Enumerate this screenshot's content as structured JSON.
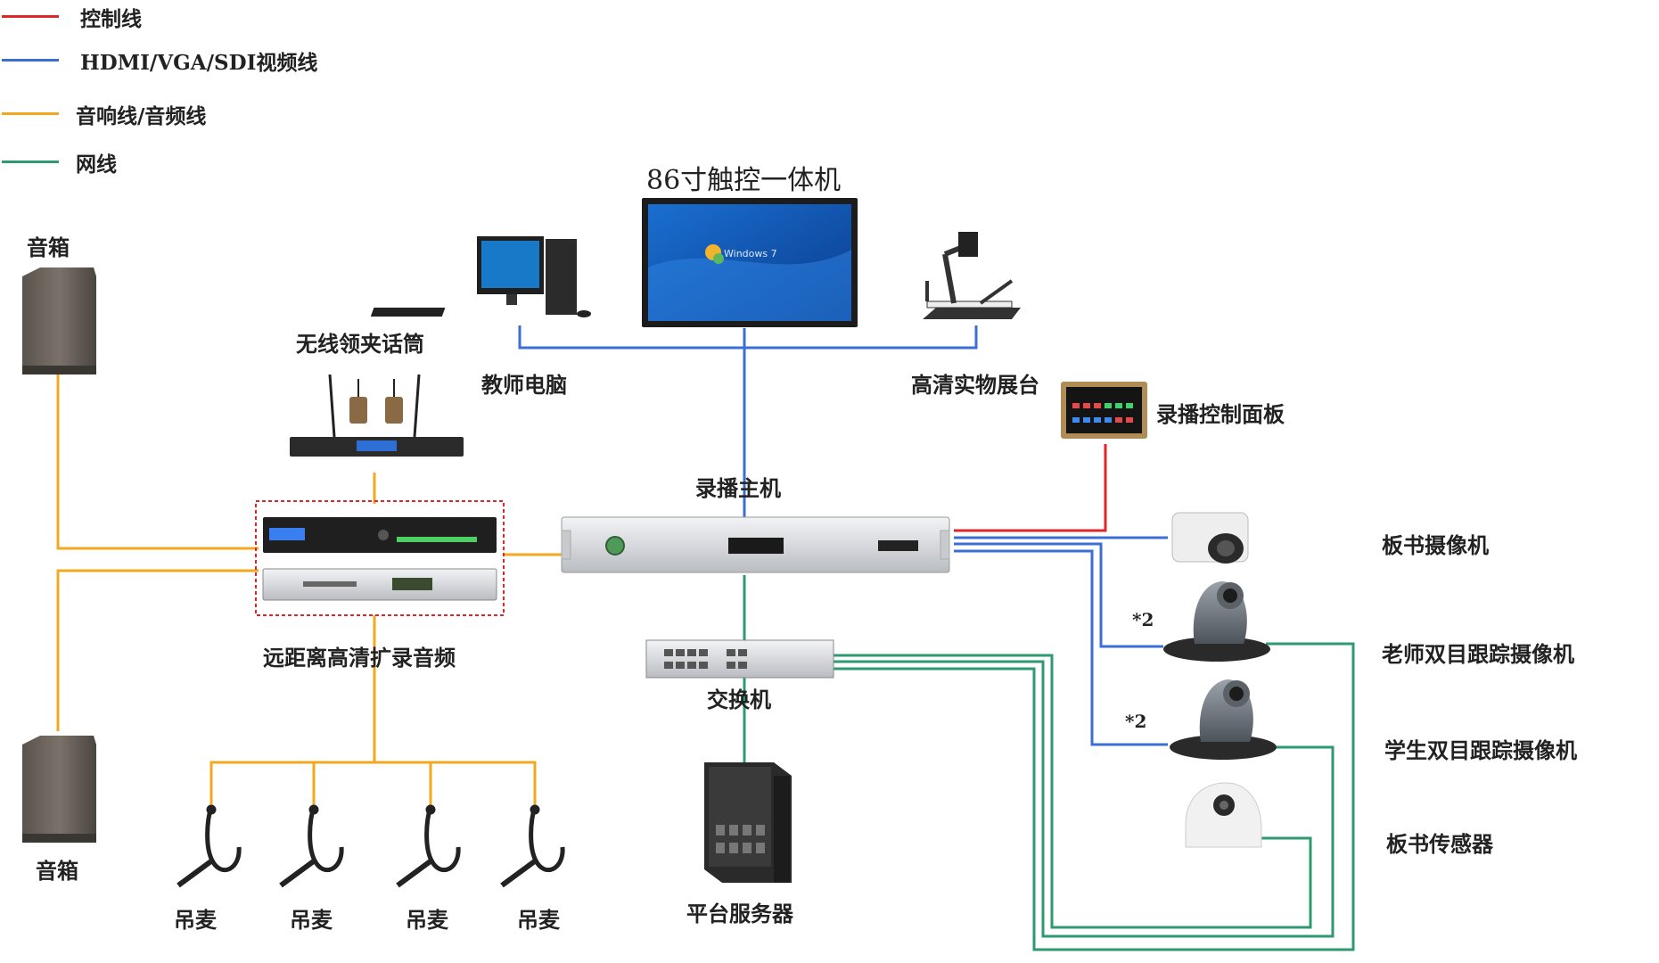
{
  "colors": {
    "control": "#e0262b",
    "video": "#3c6fd6",
    "audio": "#f2a81f",
    "network": "#2e9a70"
  },
  "legend": [
    {
      "label": "控制线",
      "color": "#e0262b"
    },
    {
      "label": "HDMI/VGA/SDI视频线",
      "color": "#3c6fd6"
    },
    {
      "label": "音响线/音频线",
      "color": "#f2a81f"
    },
    {
      "label": "网线",
      "color": "#2e9a70"
    }
  ],
  "nodes": {
    "touch_screen": "86寸触控一体机",
    "teacher_pc": "教师电脑",
    "document_camera": "高清实物展台",
    "control_panel": "录播控制面板",
    "recording_host": "录播主机",
    "wireless_mic": "无线领夹话筒",
    "audio_processor": "远距离高清扩录音频",
    "speaker_top": "音箱",
    "speaker_bottom": "音箱",
    "switch": "交换机",
    "server": "平台服务器",
    "board_camera": "板书摄像机",
    "teacher_camera": "老师双目跟踪摄像机",
    "student_camera": "学生双目跟踪摄像机",
    "board_sensor": "板书传感器",
    "mic1": "吊麦",
    "mic2": "吊麦",
    "mic3": "吊麦",
    "mic4": "吊麦",
    "teacher_cam_count": "*2",
    "student_cam_count": "*2"
  },
  "screen_text": "Windows 7"
}
